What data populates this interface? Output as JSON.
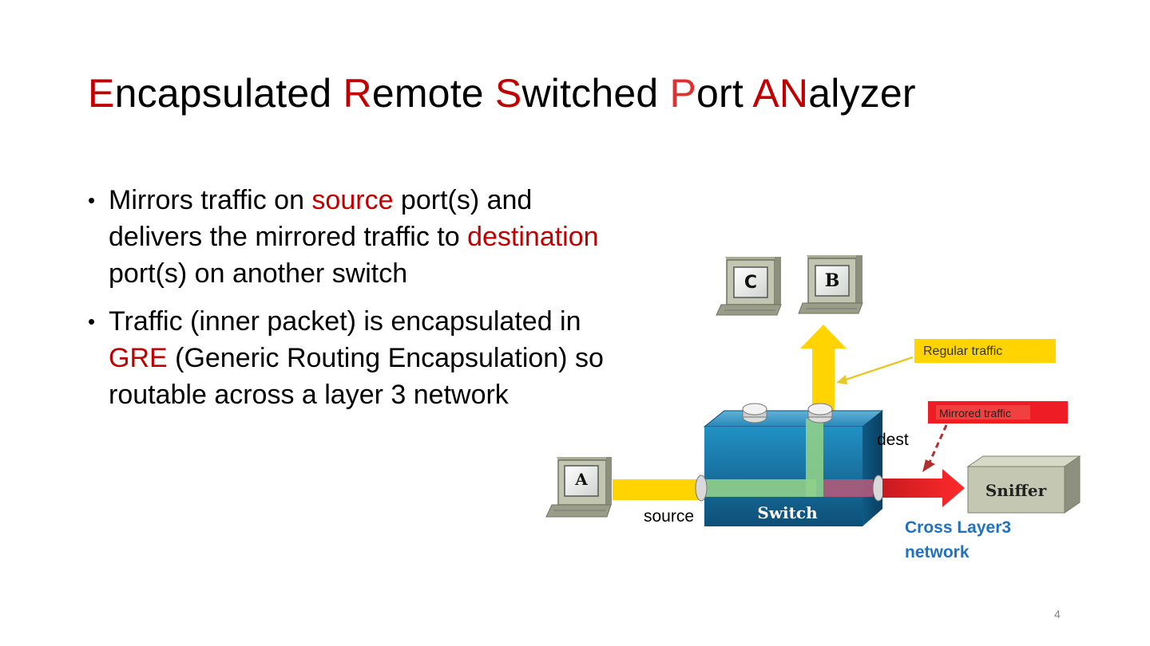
{
  "title": {
    "parts": [
      {
        "text": "E",
        "style": "hl"
      },
      {
        "text": "ncapsulated ",
        "style": "plain"
      },
      {
        "text": "R",
        "style": "hl"
      },
      {
        "text": "emote ",
        "style": "plain"
      },
      {
        "text": "S",
        "style": "hl"
      },
      {
        "text": "witched ",
        "style": "plain"
      },
      {
        "text": "P",
        "style": "hl-light"
      },
      {
        "text": "ort ",
        "style": "plain"
      },
      {
        "text": "AN",
        "style": "hl"
      },
      {
        "text": "alyzer",
        "style": "plain"
      }
    ]
  },
  "bullets": [
    {
      "marker": "•",
      "parts": [
        {
          "text": "Mirrors traffic on ",
          "red": false
        },
        {
          "text": "source",
          "red": true
        },
        {
          "text": " port(s) and delivers the mirrored traffic to ",
          "red": false
        },
        {
          "text": "destination",
          "red": true
        },
        {
          "text": " port(s) on another switch",
          "red": false
        }
      ]
    },
    {
      "marker": "•",
      "parts": [
        {
          "text": "Traffic (inner packet) is encapsulated in ",
          "red": false
        },
        {
          "text": "GRE",
          "red": true
        },
        {
          "text": " (Generic Routing Encapsulation) so routable across a layer 3 network",
          "red": false
        }
      ]
    }
  ],
  "diagram": {
    "pc_c": "C",
    "pc_b": "B",
    "pc_a": "A",
    "switch_label": "Switch",
    "sniffer_label": "Sniffer",
    "regular_traffic": "Regular traffic",
    "mirrored_traffic": "Mirrored traffic",
    "dest_label": "dest",
    "source_label": "source",
    "cross_line1": "Cross Layer3",
    "cross_line2": "network",
    "colors": {
      "switch_blue": "#1a6f9e",
      "yellow": "#ffd400",
      "red": "#ee1c25",
      "cross_text": "#1f72c0"
    }
  },
  "page_number": "4"
}
